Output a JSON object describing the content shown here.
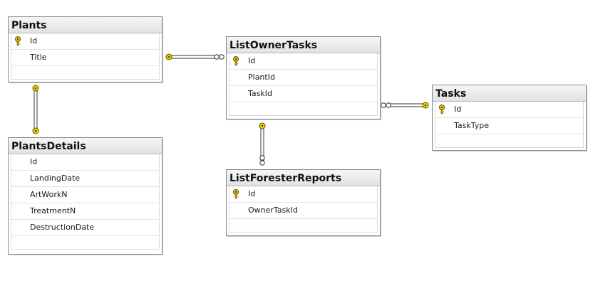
{
  "tables": {
    "plants": {
      "name": "Plants",
      "columns": [
        "Id",
        "Title"
      ]
    },
    "plants_details": {
      "name": "PlantsDetails",
      "columns": [
        "Id",
        "LandingDate",
        "ArtWorkN",
        "TreatmentN",
        "DestructionDate"
      ]
    },
    "list_owner_tasks": {
      "name": "ListOwnerTasks",
      "columns": [
        "Id",
        "PlantId",
        "TaskId"
      ]
    },
    "list_forester_reports": {
      "name": "ListForesterReports",
      "columns": [
        "Id",
        "OwnerTaskId"
      ]
    },
    "tasks": {
      "name": "Tasks",
      "columns": [
        "Id",
        "TaskType"
      ]
    }
  },
  "primary_key_icon": "key-icon",
  "relationships": [
    {
      "from": "Plants",
      "to": "ListOwnerTasks",
      "type": "one-to-many"
    },
    {
      "from": "Plants",
      "to": "PlantsDetails",
      "type": "one-to-one"
    },
    {
      "from": "ListOwnerTasks",
      "to": "ListForesterReports",
      "type": "one-to-many"
    },
    {
      "from": "Tasks",
      "to": "ListOwnerTasks",
      "type": "one-to-many"
    }
  ]
}
